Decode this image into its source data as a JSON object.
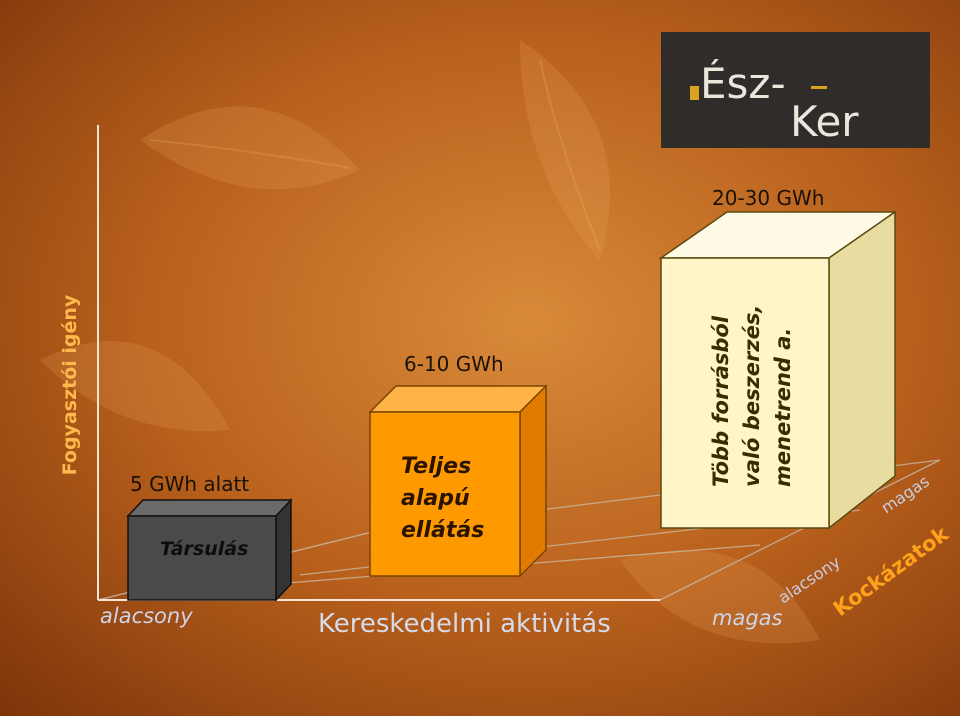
{
  "logo": {
    "line1": "Ész-",
    "line2": "Ker"
  },
  "axes": {
    "y_label": "Fogyasztói igény",
    "x_label": "Kereskedelmi aktivitás",
    "x_low": "alacsony",
    "x_high": "magas",
    "z_label": "Kockázatok",
    "z_low": "alacsony",
    "z_high": "magas"
  },
  "boxes": [
    {
      "value_label": "5 GWh alatt",
      "text": "Társulás",
      "color": "#4a4a4a"
    },
    {
      "value_label": "6-10 GWh",
      "lines": [
        "Teljes",
        "alapú",
        "ellátás"
      ],
      "color": "#ff9900"
    },
    {
      "value_label": "20-30 GWh",
      "lines": [
        "Több forrásból",
        "való beszerzés,",
        "menetrend a."
      ],
      "color": "#fff5c8"
    }
  ],
  "colors": {
    "axis_text": "#d6dbea",
    "z_label": "#ffa21a",
    "background": "#b8601c"
  }
}
